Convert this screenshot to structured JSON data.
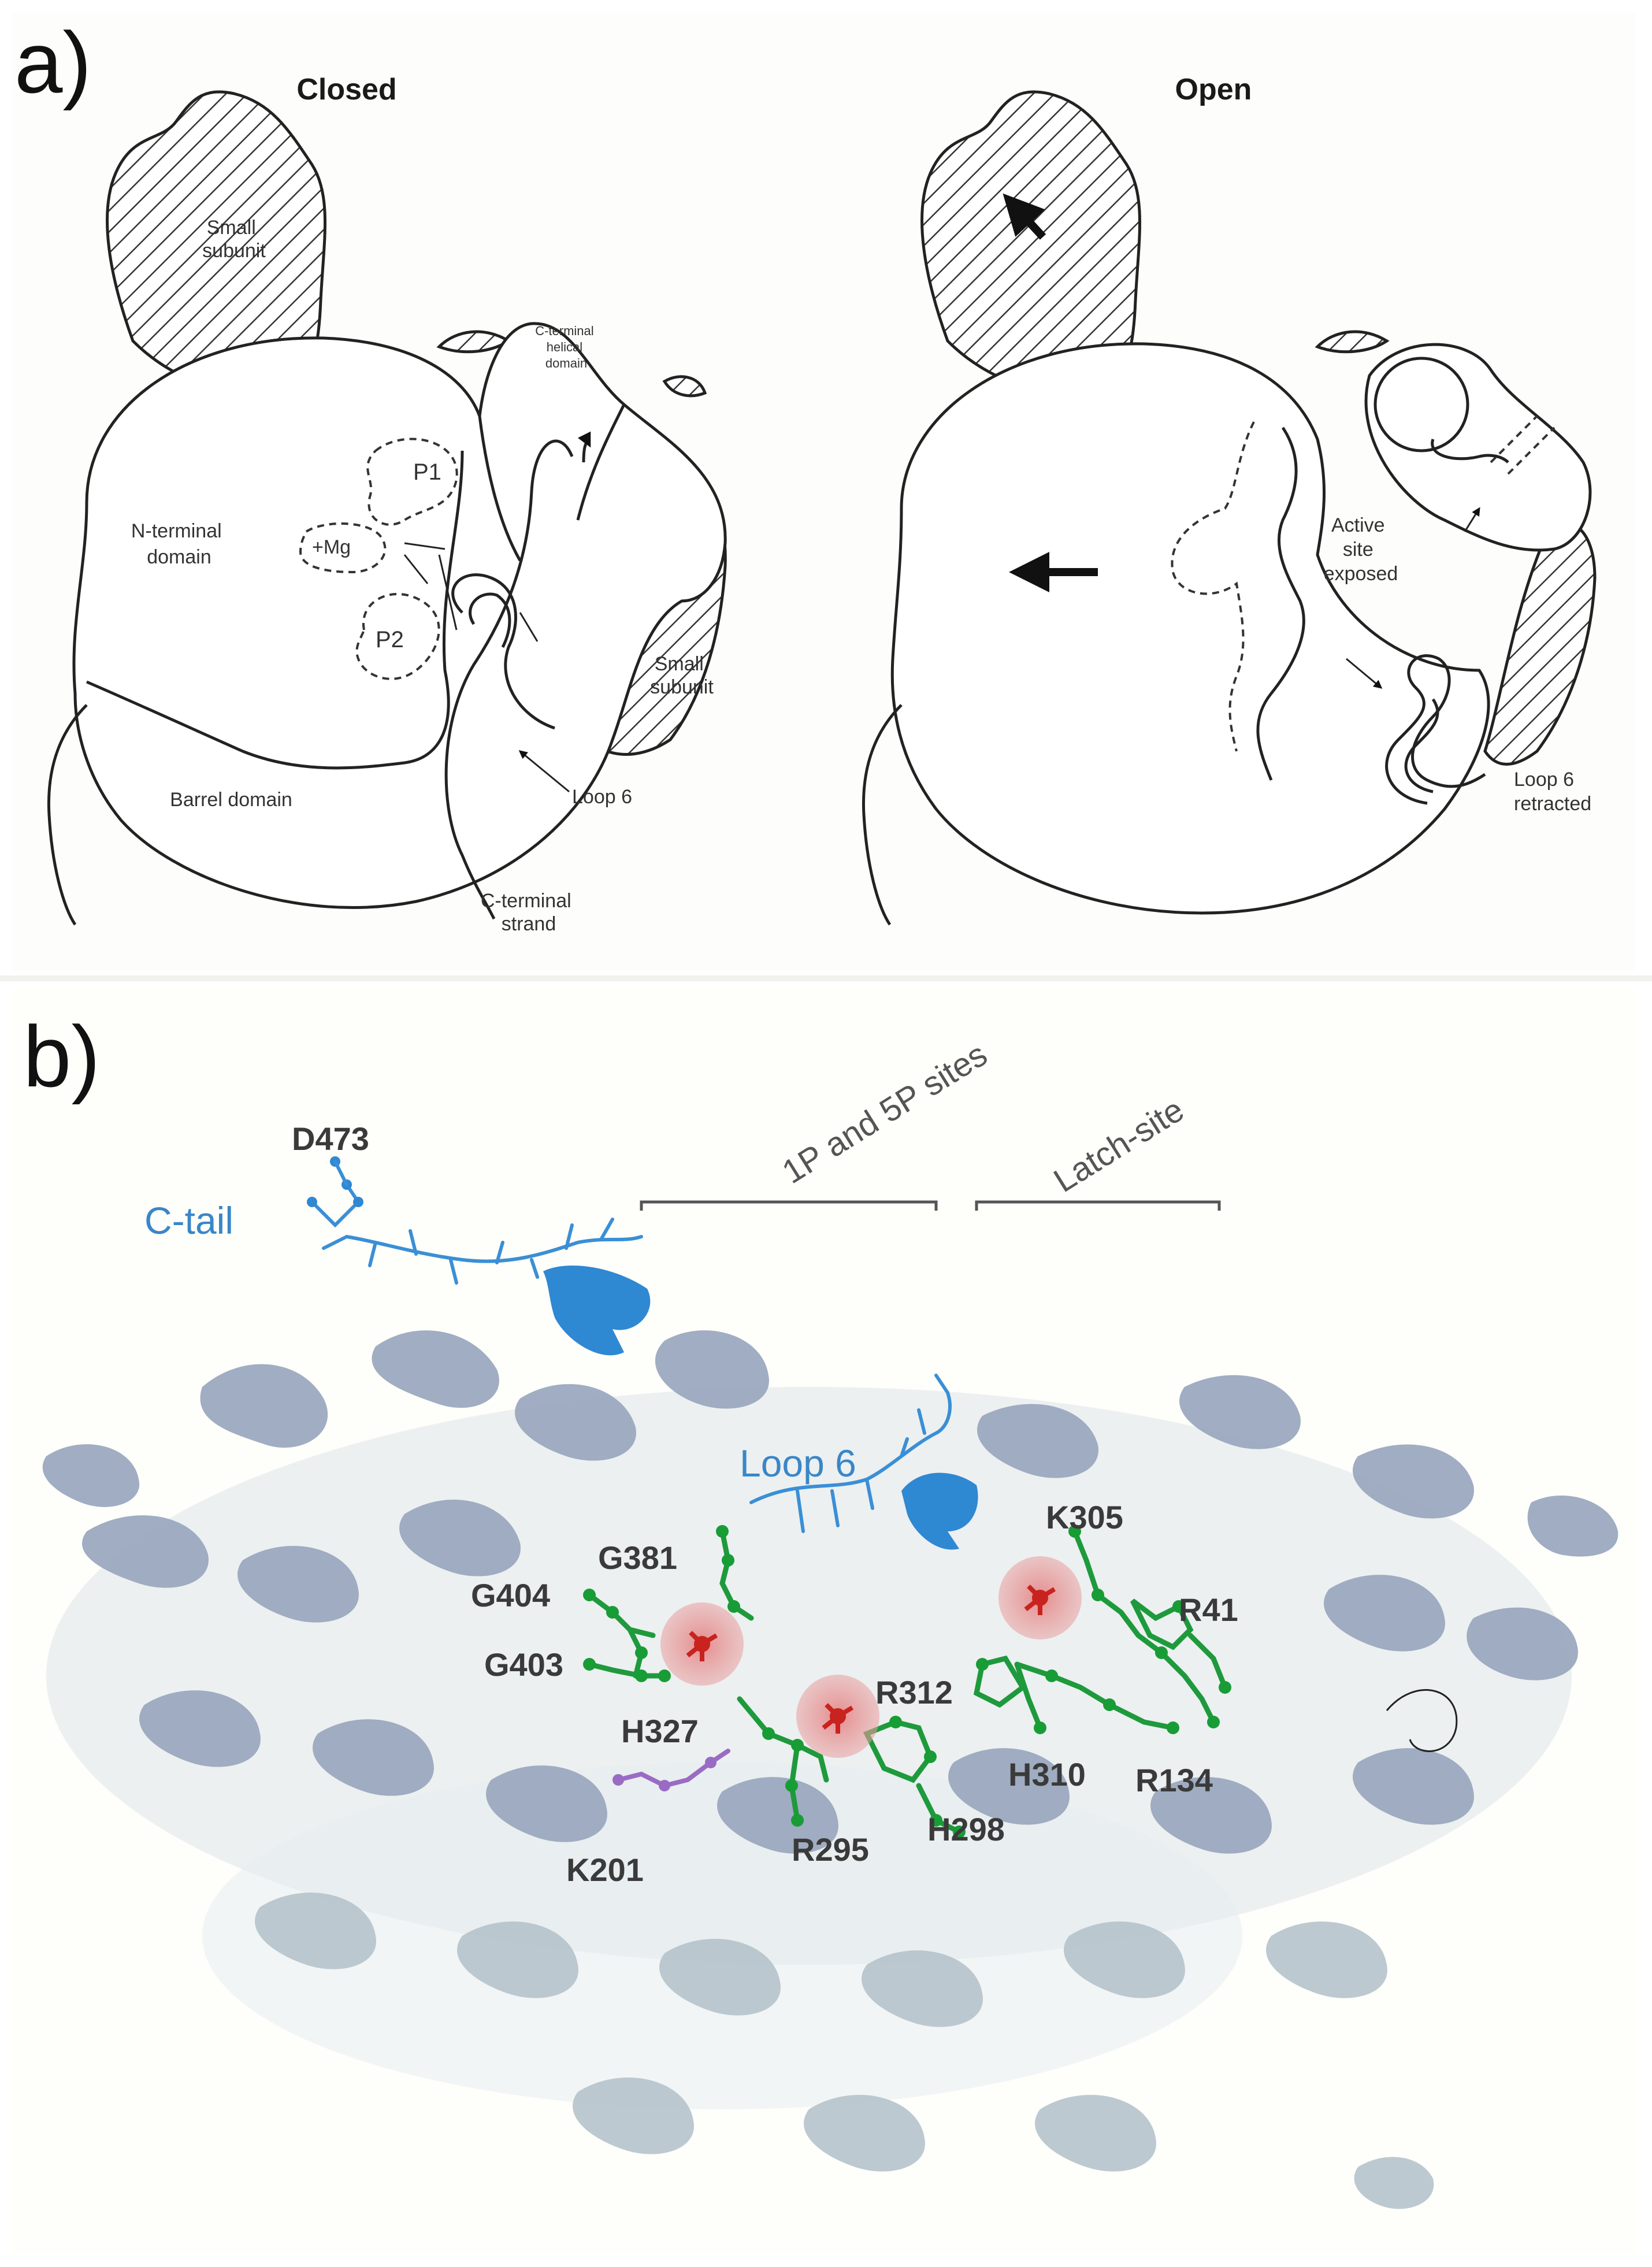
{
  "panel_a": {
    "letter": "a)",
    "closed": {
      "title": "Closed",
      "labels": {
        "small_subunit_top": [
          "Small",
          "subunit"
        ],
        "c_terminal_helical": [
          "C-terminal",
          "helical",
          "domain"
        ],
        "n_terminal": [
          "N-terminal",
          "domain"
        ],
        "p1": "P1",
        "p2": "P2",
        "mg": "Mg",
        "small_subunit_right": [
          "Small",
          "subunit"
        ],
        "barrel": "Barrel domain",
        "loop6": "Loop 6",
        "c_terminal_strand": [
          "C-terminal",
          "strand"
        ]
      }
    },
    "open": {
      "title": "Open",
      "labels": {
        "active_site": [
          "Active",
          "site",
          "exposed"
        ],
        "loop6_retracted": [
          "Loop 6",
          "retracted"
        ]
      }
    }
  },
  "panel_b": {
    "letter": "b)",
    "blue_labels": {
      "c_tail": "C-tail",
      "loop6": "Loop 6"
    },
    "site_labels": {
      "sites_1p_5p": "1P and 5P sites",
      "latch_site": "Latch-site"
    },
    "residues": {
      "d473": "D473",
      "k305": "K305",
      "g381": "G381",
      "g404": "G404",
      "r41": "R41",
      "g403": "G403",
      "r312": "R312",
      "h327": "H327",
      "h310": "H310",
      "r134": "R134",
      "r295": "R295",
      "h298": "H298",
      "k201": "K201"
    },
    "colors": {
      "protein": "#98a6bd",
      "ligand_residues": "#1e9a3c",
      "ligand_phosphate": "#d23a32",
      "c_tail": "#2f88d2",
      "k201": "#9a6bc4"
    }
  }
}
